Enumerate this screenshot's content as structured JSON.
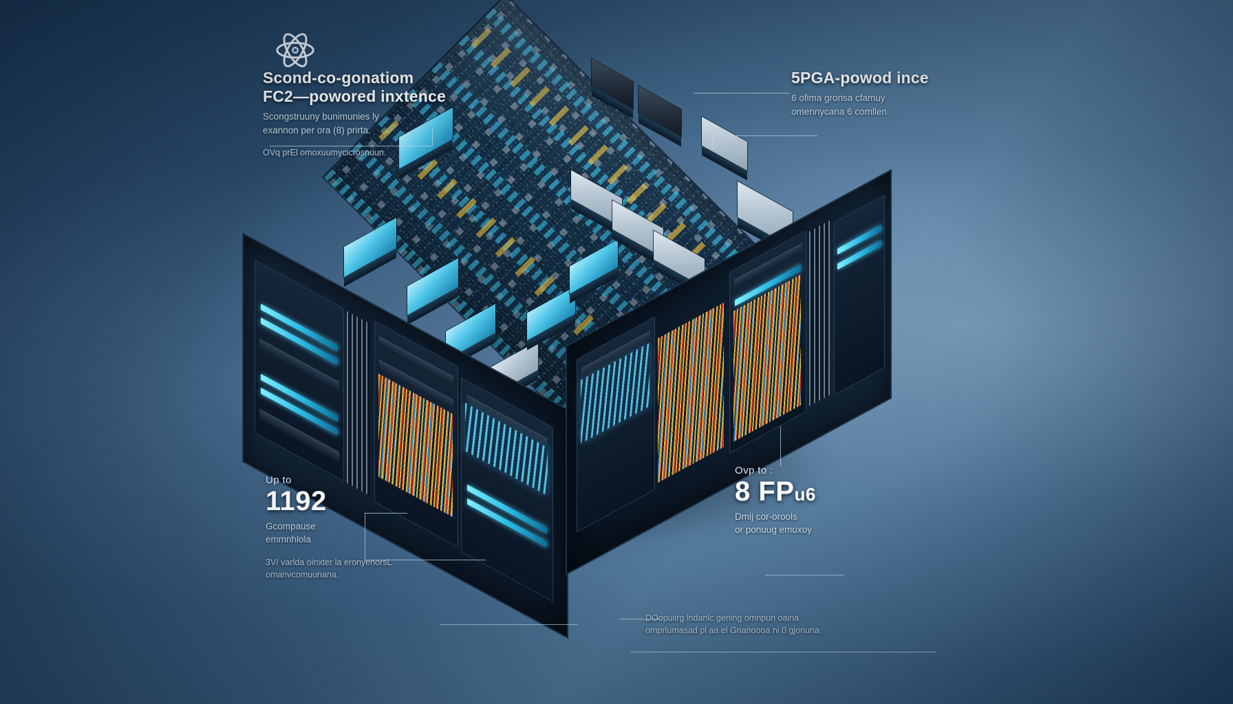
{
  "meta": {
    "kind": "isometric-infographic",
    "subject": "server / circuit board instance hero graphic"
  },
  "background": {
    "color_dark": "#1b3553",
    "color_mid": "#3c6182",
    "color_light": "#567f9f",
    "color_deep": "#0d1d2e"
  },
  "board": {
    "color_body": "#0b1d2e",
    "color_edge": "#16283b",
    "accent_cyan": "#4fc6e8",
    "accent_gold": "#e8c03a",
    "accent_silver": "#c8d4de",
    "cable_red": "#cc3333",
    "cable_blue": "#2f7fd0"
  },
  "callouts": [
    {
      "id": "top-left",
      "icon": "atom-icon",
      "headline": "Scond-co-gonatiom\nFC2—powored inxtence",
      "sub": "Scongstruuny bunimunies ly\nexannon per ora (8) prirta.",
      "note": "OVq prEl omoxuumycicrosnuun."
    },
    {
      "id": "top-right",
      "headline": "5PGA-powod ince",
      "sub": "6 ofima gronsa cfamuy\nomennycana 6 comllen."
    },
    {
      "id": "bottom-left",
      "eyebrow": "Up to",
      "bignum": "1192",
      "unit": "",
      "sub": "Gcompause\nemmnhlola",
      "note": "3V/ varlda oinxter la eronyenorsL\nomanvcomuunana."
    },
    {
      "id": "bottom-right",
      "eyebrow": "Ovp to :",
      "bignum": "8 FP",
      "unit": "u6",
      "sub": "Dmij cor-orools\nor ponuug emuxoy",
      "note": "DOopuiirg lndanlc gening omnpun oaina\nomprlumasad pl aa el Gnanoooa ni 0 gjonuna."
    }
  ]
}
